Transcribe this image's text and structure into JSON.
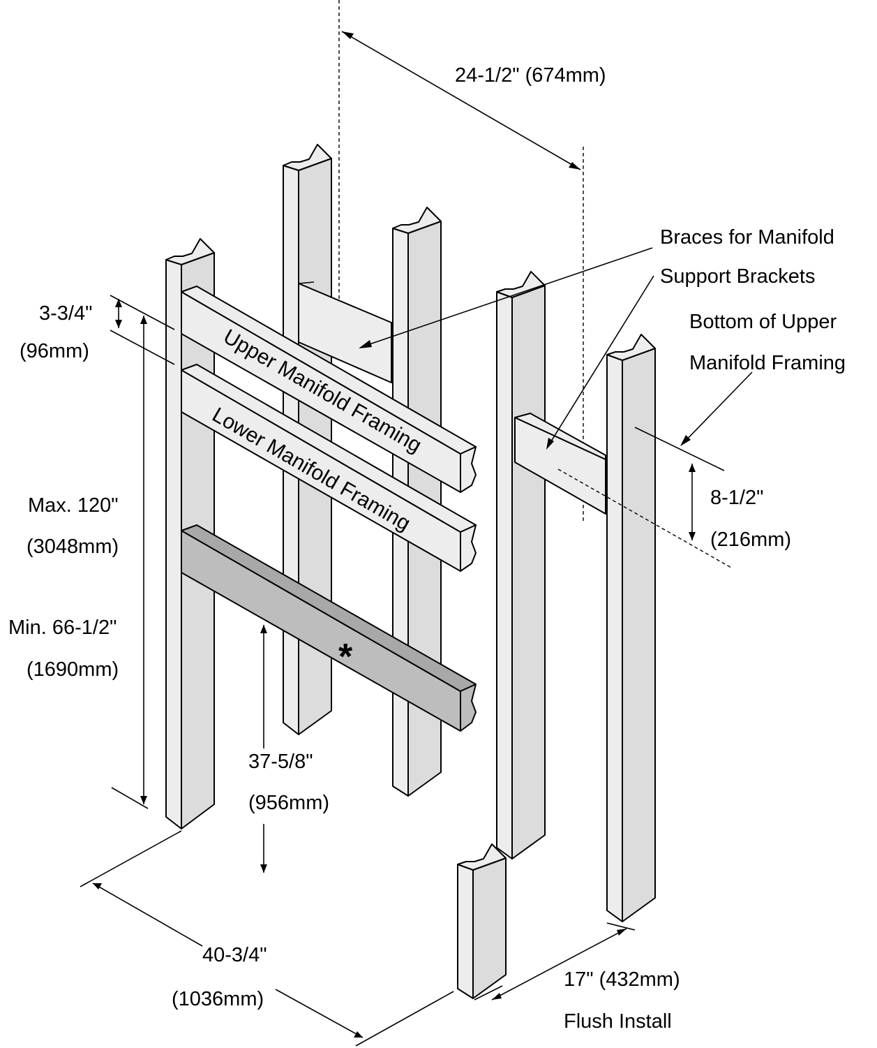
{
  "labels": {
    "top_width": "24-1/2\" (674mm)",
    "braces_line1": "Braces for Manifold",
    "braces_line2": "Support Brackets",
    "bottom_upper_line1": "Bottom of Upper",
    "bottom_upper_line2": "Manifold Framing",
    "gap_in": "3-3/4\"",
    "gap_mm": "(96mm)",
    "upper_board": "Upper Manifold Framing",
    "lower_board": "Lower Manifold Framing",
    "max_in": "Max. 120\"",
    "max_mm": "(3048mm)",
    "min_in": "Min. 66-1/2\"",
    "min_mm": "(1690mm)",
    "star": "*",
    "mid_in": "37-5/8\"",
    "mid_mm": "(956mm)",
    "right_in": "8-1/2\"",
    "right_mm": "(216mm)",
    "width_in": "40-3/4\"",
    "width_mm": "(1036mm)",
    "depth": "17\" (432mm)",
    "flush": "Flush Install"
  }
}
